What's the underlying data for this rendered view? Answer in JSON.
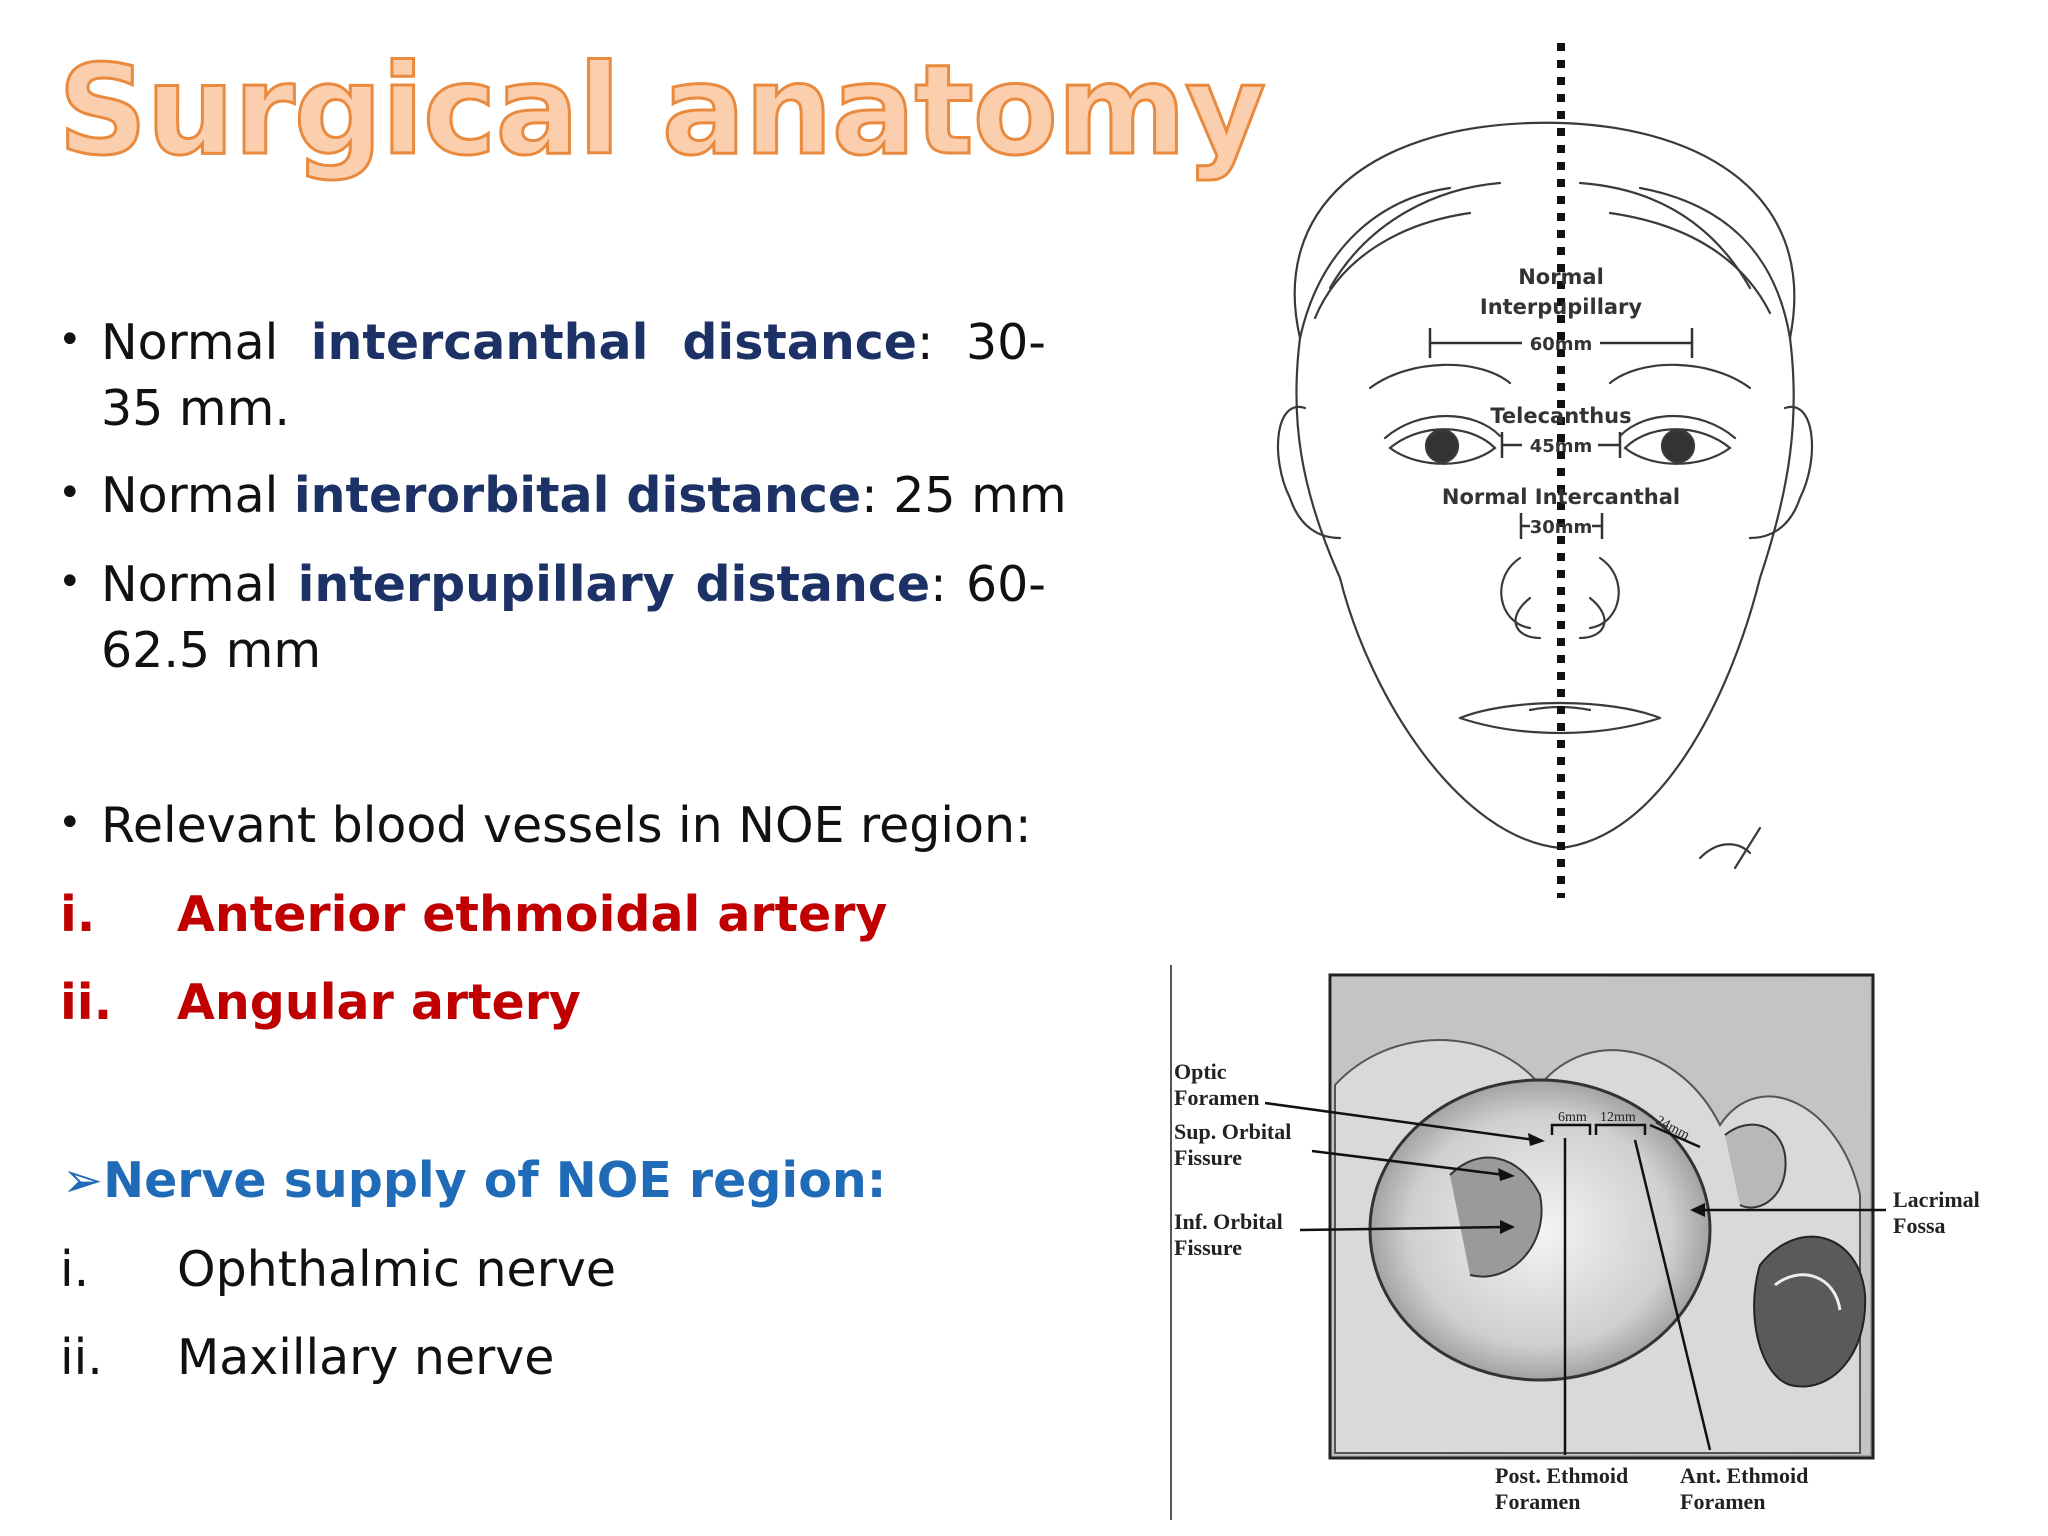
{
  "slide": {
    "title": "Surgical anatomy",
    "bullets": [
      {
        "bullet": "•",
        "pre": "Normal ",
        "key": "intercanthal distance",
        "post": ": 30-35 mm."
      },
      {
        "bullet": "•",
        "pre": "Normal ",
        "key": "interorbital distance",
        "post": ": 25 mm"
      },
      {
        "bullet": "•",
        "pre": "Normal ",
        "key": "interpupillary distance",
        "post": ": 60-62.5 mm"
      },
      {
        "bullet": "•",
        "text": "Relevant blood vessels in NOE region:"
      }
    ],
    "vessels": [
      {
        "num": "i.",
        "label": "Anterior ethmoidal artery"
      },
      {
        "num": "ii.",
        "label": "Angular artery"
      }
    ],
    "nerve_heading": {
      "arrow": "➢",
      "text": "Nerve supply of NOE region:"
    },
    "nerves": [
      {
        "num": "i.",
        "label": "Ophthalmic nerve"
      },
      {
        "num": "ii.",
        "label": "Maxillary nerve"
      }
    ]
  },
  "face_figure": {
    "interpupillary_label_1": "Normal",
    "interpupillary_label_2": "Interpupillary",
    "interpupillary_value": "60mm",
    "telecanthus_label": "Telecanthus",
    "telecanthus_value": "45mm",
    "intercanthal_label": "Normal Intercanthal",
    "intercanthal_value": "30mm"
  },
  "orbit_figure": {
    "optic_1": "Optic",
    "optic_2": "Foramen",
    "sup_1": "Sup. Orbital",
    "sup_2": "Fissure",
    "inf_1": "Inf. Orbital",
    "inf_2": "Fissure",
    "lacrimal_1": "Lacrimal",
    "lacrimal_2": "Fossa",
    "post_1": "Post. Ethmoid",
    "post_2": "Foramen",
    "ant_1": "Ant. Ethmoid",
    "ant_2": "Foramen",
    "m6": "6mm",
    "m12": "12mm",
    "m24": "24mm"
  }
}
